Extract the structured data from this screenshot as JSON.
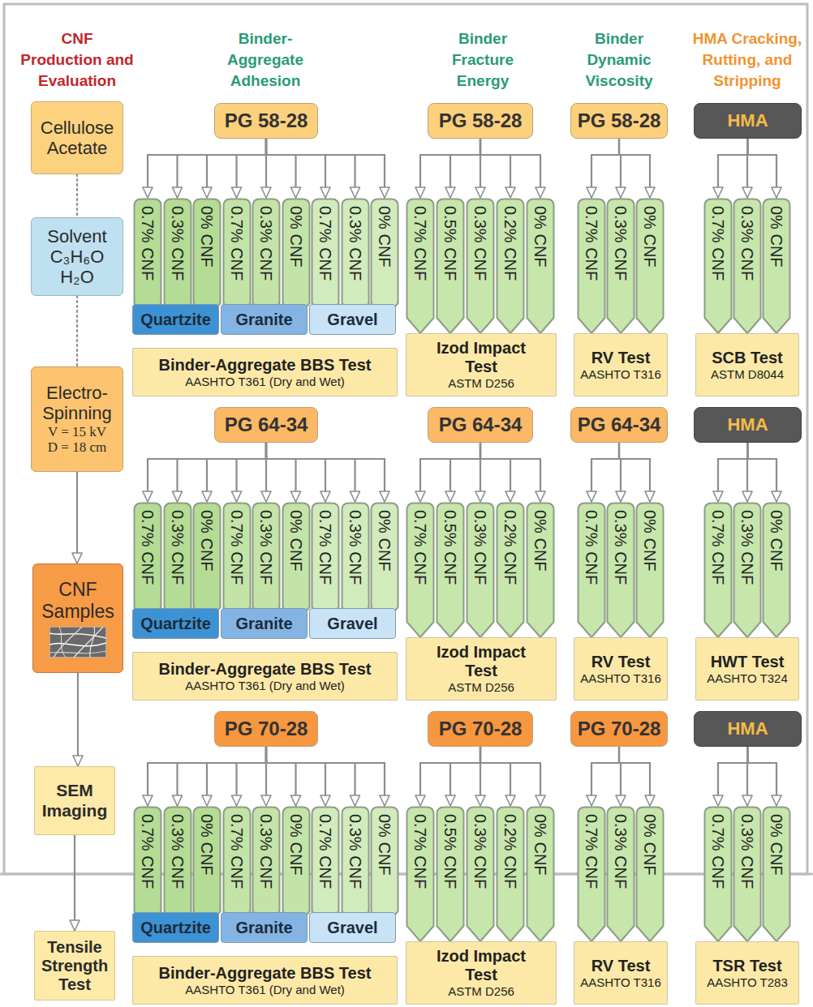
{
  "diagram": {
    "nodes": [
      {
        "text": [
          "Cellulose Acetate"
        ]
      },
      {
        "text": [
          "Solvent",
          "C₃H₆O",
          "H₂O"
        ]
      },
      {
        "text": [
          "Electro-Spinning",
          "V = 15 kV",
          "D = 18 cm"
        ]
      },
      {
        "text": [
          "CNF Samples"
        ]
      },
      {
        "text": [
          "SEM Imaging"
        ]
      },
      {
        "text": [
          "Tensile Strength Test"
        ]
      },
      {
        "text": [
          "PG 58-28"
        ]
      },
      {
        "text": [
          "0.7% CNF"
        ]
      },
      {
        "text": [
          "0.3% CNF"
        ]
      },
      {
        "text": [
          "0% CNF"
        ]
      },
      {
        "text": [
          "0.7% CNF"
        ]
      },
      {
        "text": [
          "0.3% CNF"
        ]
      },
      {
        "text": [
          "0% CNF"
        ]
      },
      {
        "text": [
          "0.7% CNF"
        ]
      },
      {
        "text": [
          "0.3% CNF"
        ]
      },
      {
        "text": [
          "0% CNF"
        ]
      },
      {
        "text": [
          "Quartzite"
        ]
      },
      {
        "text": [
          "Granite"
        ]
      },
      {
        "text": [
          "Gravel"
        ]
      },
      {
        "text": [
          "Binder-Aggregate BBS Test",
          "AASHTO T361 (Dry and Wet)"
        ]
      },
      {
        "text": [
          "PG 58-28"
        ]
      },
      {
        "text": [
          "0.7% CNF"
        ]
      },
      {
        "text": [
          "0.5% CNF"
        ]
      },
      {
        "text": [
          "0.3% CNF"
        ]
      },
      {
        "text": [
          "0.2% CNF"
        ]
      },
      {
        "text": [
          "0% CNF"
        ]
      },
      {
        "text": [
          "Izod Impact Test",
          "ASTM D256"
        ]
      },
      {
        "text": [
          "PG 58-28"
        ]
      },
      {
        "text": [
          "0.7% CNF"
        ]
      },
      {
        "text": [
          "0.3% CNF"
        ]
      },
      {
        "text": [
          "0% CNF"
        ]
      },
      {
        "text": [
          "RV Test",
          "AASHTO T316"
        ]
      },
      {
        "text": [
          "HMA"
        ]
      },
      {
        "text": [
          "0.7% CNF"
        ]
      },
      {
        "text": [
          "0.3% CNF"
        ]
      },
      {
        "text": [
          "0% CNF"
        ]
      },
      {
        "text": [
          "SCB Test",
          "ASTM D8044"
        ]
      },
      {
        "text": [
          "PG 64-34"
        ]
      },
      {
        "text": [
          "0.7% CNF"
        ]
      },
      {
        "text": [
          "0.3% CNF"
        ]
      },
      {
        "text": [
          "0% CNF"
        ]
      },
      {
        "text": [
          "0.7% CNF"
        ]
      },
      {
        "text": [
          "0.3% CNF"
        ]
      },
      {
        "text": [
          "0% CNF"
        ]
      },
      {
        "text": [
          "0.7% CNF"
        ]
      },
      {
        "text": [
          "0.3% CNF"
        ]
      },
      {
        "text": [
          "0% CNF"
        ]
      },
      {
        "text": [
          "Quartzite"
        ]
      },
      {
        "text": [
          "Granite"
        ]
      },
      {
        "text": [
          "Gravel"
        ]
      },
      {
        "text": [
          "Binder-Aggregate BBS Test",
          "AASHTO T361 (Dry and Wet)"
        ]
      },
      {
        "text": [
          "PG 64-34"
        ]
      },
      {
        "text": [
          "0.7% CNF"
        ]
      },
      {
        "text": [
          "0.5% CNF"
        ]
      },
      {
        "text": [
          "0.3% CNF"
        ]
      },
      {
        "text": [
          "0.2% CNF"
        ]
      },
      {
        "text": [
          "0% CNF"
        ]
      },
      {
        "text": [
          "Izod Impact Test",
          "ASTM D256"
        ]
      },
      {
        "text": [
          "PG 64-34"
        ]
      },
      {
        "text": [
          "0.7% CNF"
        ]
      },
      {
        "text": [
          "0.3% CNF"
        ]
      },
      {
        "text": [
          "0% CNF"
        ]
      },
      {
        "text": [
          "RV Test",
          "AASHTO T316"
        ]
      },
      {
        "text": [
          "HMA"
        ]
      },
      {
        "text": [
          "0.7% CNF"
        ]
      },
      {
        "text": [
          "0.3% CNF"
        ]
      },
      {
        "text": [
          "0% CNF"
        ]
      },
      {
        "text": [
          "HWT Test",
          "AASHTO T324"
        ]
      },
      {
        "text": [
          "PG 70-28"
        ]
      },
      {
        "text": [
          "0.7% CNF"
        ]
      },
      {
        "text": [
          "0.3% CNF"
        ]
      },
      {
        "text": [
          "0% CNF"
        ]
      },
      {
        "text": [
          "0.7% CNF"
        ]
      },
      {
        "text": [
          "0.3% CNF"
        ]
      },
      {
        "text": [
          "0% CNF"
        ]
      },
      {
        "text": [
          "0.7% CNF"
        ]
      },
      {
        "text": [
          "0.3% CNF"
        ]
      },
      {
        "text": [
          "0% CNF"
        ]
      },
      {
        "text": [
          "Quartzite"
        ]
      },
      {
        "text": [
          "Granite"
        ]
      },
      {
        "text": [
          "Gravel"
        ]
      },
      {
        "text": [
          "Binder-Aggregate BBS Test",
          "AASHTO T361 (Dry and Wet)"
        ]
      },
      {
        "text": [
          "PG 70-28"
        ]
      },
      {
        "text": [
          "0.7% CNF"
        ]
      },
      {
        "text": [
          "0.5% CNF"
        ]
      },
      {
        "text": [
          "0.3% CNF"
        ]
      },
      {
        "text": [
          "0.2% CNF"
        ]
      },
      {
        "text": [
          "0% CNF"
        ]
      },
      {
        "text": [
          "Izod Impact Test",
          "ASTM D256"
        ]
      },
      {
        "text": [
          "PG 70-28"
        ]
      },
      {
        "text": [
          "0.7% CNF"
        ]
      },
      {
        "text": [
          "0.3% CNF"
        ]
      },
      {
        "text": [
          "0% CNF"
        ]
      },
      {
        "text": [
          "RV Test",
          "AASHTO T316"
        ]
      },
      {
        "text": [
          "HMA"
        ]
      },
      {
        "text": [
          "0.7% CNF"
        ]
      },
      {
        "text": [
          "0.3% CNF"
        ]
      },
      {
        "text": [
          "0% CNF"
        ]
      },
      {
        "text": [
          "TSR Test",
          "AASHTO T283"
        ]
      }
    ],
    "edges": [
      {
        "from": 0,
        "to": 1,
        "arrow": "none"
      },
      {
        "from": 1,
        "to": 2,
        "arrow": "none"
      },
      {
        "from": 2,
        "to": 3,
        "arrow": "to"
      },
      {
        "from": 3,
        "to": 4,
        "arrow": "to"
      },
      {
        "from": 4,
        "to": 5,
        "arrow": "to"
      },
      {
        "from": 6,
        "to": 7,
        "arrow": "to"
      },
      {
        "from": 6,
        "to": 8,
        "arrow": "to"
      },
      {
        "from": 6,
        "to": 9,
        "arrow": "to"
      },
      {
        "from": 6,
        "to": 10,
        "arrow": "to"
      },
      {
        "from": 6,
        "to": 11,
        "arrow": "to"
      },
      {
        "from": 6,
        "to": 12,
        "arrow": "to"
      },
      {
        "from": 6,
        "to": 13,
        "arrow": "to"
      },
      {
        "from": 6,
        "to": 14,
        "arrow": "to"
      },
      {
        "from": 6,
        "to": 15,
        "arrow": "to"
      },
      {
        "from": 20,
        "to": 21,
        "arrow": "to"
      },
      {
        "from": 20,
        "to": 22,
        "arrow": "to"
      },
      {
        "from": 20,
        "to": 23,
        "arrow": "to"
      },
      {
        "from": 20,
        "to": 24,
        "arrow": "to"
      },
      {
        "from": 20,
        "to": 25,
        "arrow": "to"
      },
      {
        "from": 27,
        "to": 28,
        "arrow": "to"
      },
      {
        "from": 27,
        "to": 29,
        "arrow": "to"
      },
      {
        "from": 27,
        "to": 30,
        "arrow": "to"
      },
      {
        "from": 32,
        "to": 33,
        "arrow": "to"
      },
      {
        "from": 32,
        "to": 34,
        "arrow": "to"
      },
      {
        "from": 32,
        "to": 35,
        "arrow": "to"
      },
      {
        "from": 37,
        "to": 38,
        "arrow": "to"
      },
      {
        "from": 37,
        "to": 39,
        "arrow": "to"
      },
      {
        "from": 37,
        "to": 40,
        "arrow": "to"
      },
      {
        "from": 37,
        "to": 41,
        "arrow": "to"
      },
      {
        "from": 37,
        "to": 42,
        "arrow": "to"
      },
      {
        "from": 37,
        "to": 43,
        "arrow": "to"
      },
      {
        "from": 37,
        "to": 44,
        "arrow": "to"
      },
      {
        "from": 37,
        "to": 45,
        "arrow": "to"
      },
      {
        "from": 37,
        "to": 46,
        "arrow": "to"
      },
      {
        "from": 51,
        "to": 52,
        "arrow": "to"
      },
      {
        "from": 51,
        "to": 53,
        "arrow": "to"
      },
      {
        "from": 51,
        "to": 54,
        "arrow": "to"
      },
      {
        "from": 51,
        "to": 55,
        "arrow": "to"
      },
      {
        "from": 51,
        "to": 56,
        "arrow": "to"
      },
      {
        "from": 58,
        "to": 59,
        "arrow": "to"
      },
      {
        "from": 58,
        "to": 60,
        "arrow": "to"
      },
      {
        "from": 58,
        "to": 61,
        "arrow": "to"
      },
      {
        "from": 63,
        "to": 64,
        "arrow": "to"
      },
      {
        "from": 63,
        "to": 65,
        "arrow": "to"
      },
      {
        "from": 63,
        "to": 66,
        "arrow": "to"
      },
      {
        "from": 68,
        "to": 69,
        "arrow": "to"
      },
      {
        "from": 68,
        "to": 70,
        "arrow": "to"
      },
      {
        "from": 68,
        "to": 71,
        "arrow": "to"
      },
      {
        "from": 68,
        "to": 72,
        "arrow": "to"
      },
      {
        "from": 68,
        "to": 73,
        "arrow": "to"
      },
      {
        "from": 68,
        "to": 74,
        "arrow": "to"
      },
      {
        "from": 68,
        "to": 75,
        "arrow": "to"
      },
      {
        "from": 68,
        "to": 76,
        "arrow": "to"
      },
      {
        "from": 68,
        "to": 77,
        "arrow": "to"
      },
      {
        "from": 82,
        "to": 83,
        "arrow": "to"
      },
      {
        "from": 82,
        "to": 84,
        "arrow": "to"
      },
      {
        "from": 82,
        "to": 85,
        "arrow": "to"
      },
      {
        "from": 82,
        "to": 86,
        "arrow": "to"
      },
      {
        "from": 82,
        "to": 87,
        "arrow": "to"
      },
      {
        "from": 89,
        "to": 90,
        "arrow": "to"
      },
      {
        "from": 89,
        "to": 91,
        "arrow": "to"
      },
      {
        "from": 89,
        "to": 92,
        "arrow": "to"
      },
      {
        "from": 94,
        "to": 95,
        "arrow": "to"
      },
      {
        "from": 94,
        "to": 96,
        "arrow": "to"
      },
      {
        "from": 94,
        "to": 97,
        "arrow": "to"
      }
    ],
    "labels": [
      "CNF Production and Evaluation",
      "Binder-Aggregate Adhesion",
      "Binder Fracture Energy",
      "Binder Dynamic Viscosity",
      "HMA Cracking, Rutting, and Stripping"
    ]
  }
}
